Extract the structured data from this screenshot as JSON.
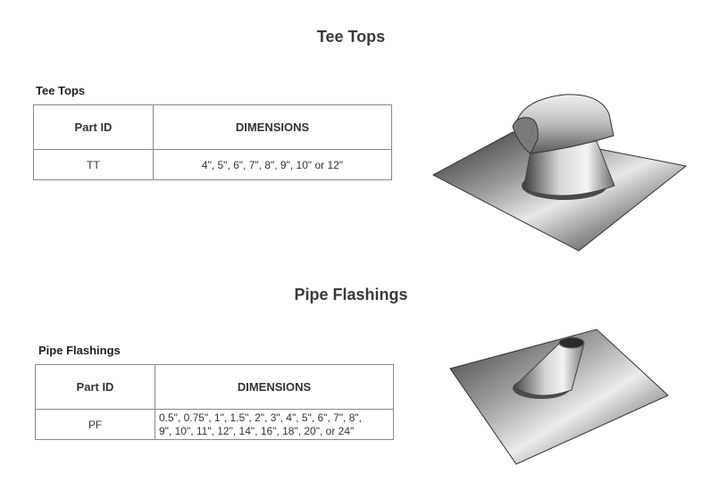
{
  "tee_tops": {
    "heading": "Tee Tops",
    "subheading": "Tee Tops",
    "table": {
      "columns": [
        "Part ID",
        "DIMENSIONS"
      ],
      "rows": [
        {
          "part_id": "TT",
          "dimensions": "4\", 5\", 6\", 7\", 8\", 9\", 10\" or 12\""
        }
      ]
    },
    "image_icon": "tee-top-illustration"
  },
  "pipe_flashings": {
    "heading": "Pipe Flashings",
    "subheading": "Pipe Flashings",
    "table": {
      "columns": [
        "Part ID",
        "DIMENSIONS"
      ],
      "rows": [
        {
          "part_id": "PF",
          "dimensions_line1": "0.5\", 0.75\", 1\", 1.5\", 2\", 3\", 4\", 5\", 6\", 7\", 8\",",
          "dimensions_line2": "9\", 10\", 11\", 12\", 14\", 16\", 18\", 20\", or 24\""
        }
      ]
    },
    "image_icon": "pipe-flashing-illustration"
  }
}
